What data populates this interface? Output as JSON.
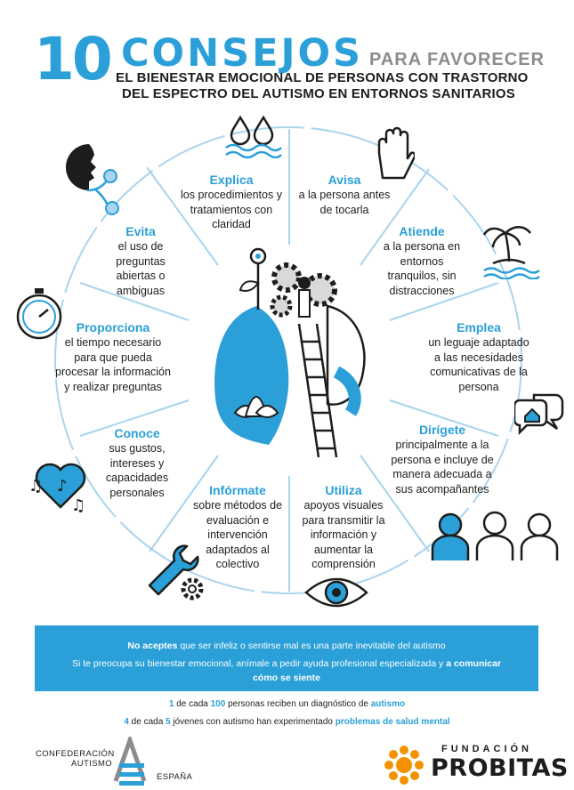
{
  "header": {
    "number": "10",
    "title": "CONSEJOS",
    "title_suffix": "PARA FAVORECER",
    "subtitle_line1": "EL BIENESTAR EMOCIONAL DE PERSONAS CON TRASTORNO",
    "subtitle_line2": "DEL ESPECTRO DEL AUTISMO EN ENTORNOS SANITARIOS"
  },
  "tips": {
    "explica": {
      "title": "Explica",
      "text": "los procedimientos y tratamientos con claridad"
    },
    "avisa": {
      "title": "Avisa",
      "text": "a la persona antes de tocarla"
    },
    "atiende": {
      "title": "Atiende",
      "text": "a la persona en entornos tranquilos, sin distracciones"
    },
    "emplea": {
      "title": "Emplea",
      "text": "un leguaje adaptado a las necesidades comunicativas de la persona"
    },
    "dirigete": {
      "title": "Dirígete",
      "text": "principalmente a la persona e incluye de manera adecuada a sus acompañantes"
    },
    "utiliza": {
      "title": "Utiliza",
      "text": "apoyos visuales para transmitir la información y aumentar la comprensión"
    },
    "informate": {
      "title": "Infórmate",
      "text": "sobre métodos de evaluación e intervención adaptados al colectivo"
    },
    "conoce": {
      "title": "Conoce",
      "text": "sus gustos, intereses y capacidades personales"
    },
    "proporciona": {
      "title": "Proporciona",
      "text": "el tiempo necesario para que pueda procesar la información y realizar preguntas"
    },
    "evita": {
      "title": "Evita",
      "text": "el uso de preguntas abiertas o ambiguas"
    }
  },
  "banner": {
    "line1_bold": "No aceptes",
    "line1_rest": " que ser infeliz o sentirse mal es una parte inevitable del autismo",
    "line2_start": "Si te preocupa su bienestar emocional, anímale a pedir ayuda profesional especializada y ",
    "line2_bold": "a comunicar cómo se siente"
  },
  "stats": {
    "s1_n1": "1",
    "s1_a": " de cada ",
    "s1_n2": "100",
    "s1_b": " personas",
    "s1_c": " reciben un diagnóstico de ",
    "s1_d": "autismo",
    "s2_n1": "4",
    "s2_a": " de cada ",
    "s2_n2": "5",
    "s2_b": " jóvenes con autismo han experimentado ",
    "s2_c": "problemas de salud mental"
  },
  "logos": {
    "confederacion_l1": "CONFEDERACIÓN",
    "confederacion_l2": "AUTISMO",
    "espana": "ESPAÑA",
    "fundacion": "FUNDACIÓN",
    "probitas": "PROBITAS"
  },
  "colors": {
    "accent": "#2a9fd8",
    "text": "#1d1d1b",
    "gray": "#8c8c8c"
  }
}
